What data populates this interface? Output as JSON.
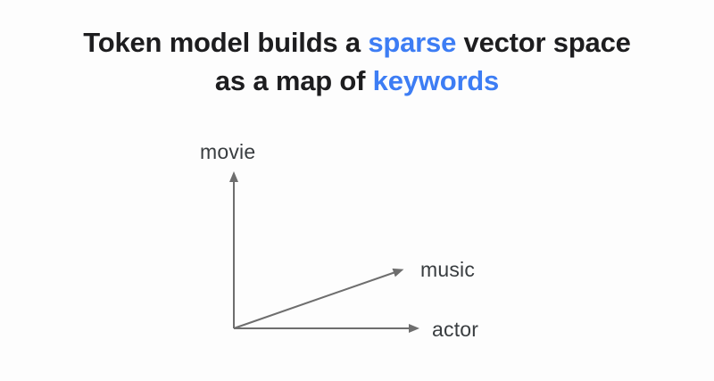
{
  "colors": {
    "background": "#fdfdfd",
    "accent_blue": "#3d7df4",
    "diagram_line": "#6e6e6e",
    "title_text": "#1d1d1f",
    "label_text": "#393d40"
  },
  "title": {
    "line1_pre": "Token model builds a ",
    "line1_highlight": "sparse",
    "line1_post": " vector space",
    "line2_pre": "as a map of ",
    "line2_highlight": "keywords"
  },
  "diagram": {
    "movie_label": "movie",
    "music_label": "music",
    "actor_label": "actor"
  }
}
